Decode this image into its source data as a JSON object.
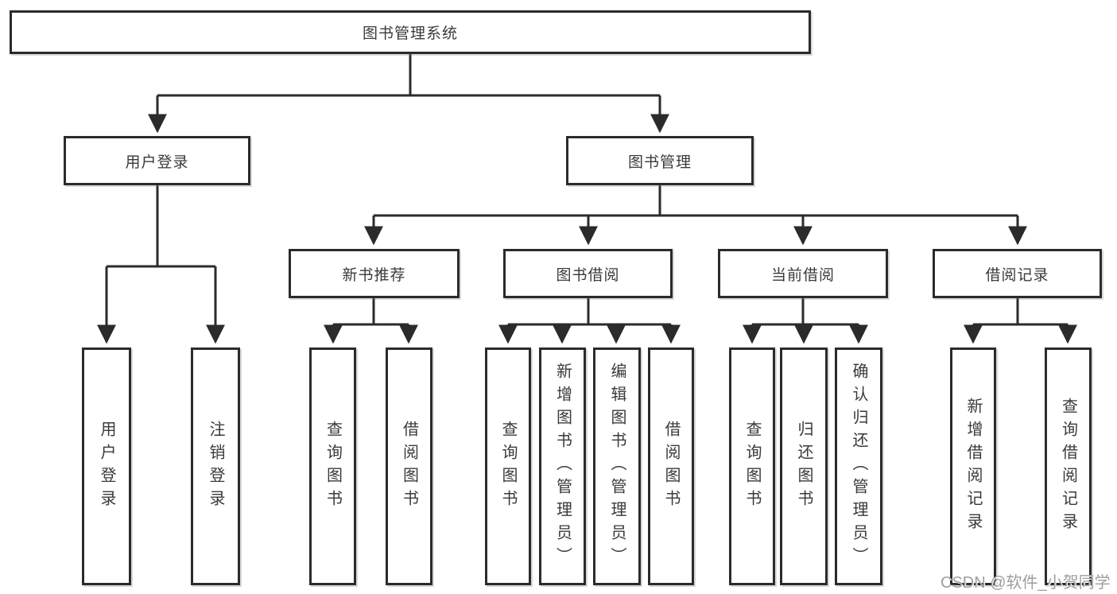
{
  "nodes": {
    "root": "图书管理系统",
    "user_login": "用户登录",
    "book_management": "图书管理",
    "new_book_recommend": "新书推荐",
    "book_borrowing": "图书借阅",
    "current_borrowing": "当前借阅",
    "borrowing_records": "借阅记录",
    "leaf_user_login": "用户登录",
    "leaf_logout": "注销登录",
    "leaf_recommend_query_books": "查询图书",
    "leaf_recommend_borrow_books": "借阅图书",
    "leaf_borrowing_query_books": "查询图书",
    "leaf_borrowing_add_books": "新增图书（管理员）",
    "leaf_borrowing_edit_books": "编辑图书（管理员）",
    "leaf_borrowing_borrow_books": "借阅图书",
    "leaf_current_query_books": "查询图书",
    "leaf_current_return_books": "归还图书",
    "leaf_current_confirm_return": "确认归还（管理员）",
    "leaf_records_add_record": "新增借阅记录",
    "leaf_records_query_record": "查询借阅记录"
  },
  "watermark": "CSDN @软件_小贺同学",
  "colors": {
    "line": "#2b2b2b",
    "box_border": "#2b2b2b",
    "text": "#3a3a3a",
    "watermark": "#9e9e9e",
    "background": "#ffffff"
  }
}
